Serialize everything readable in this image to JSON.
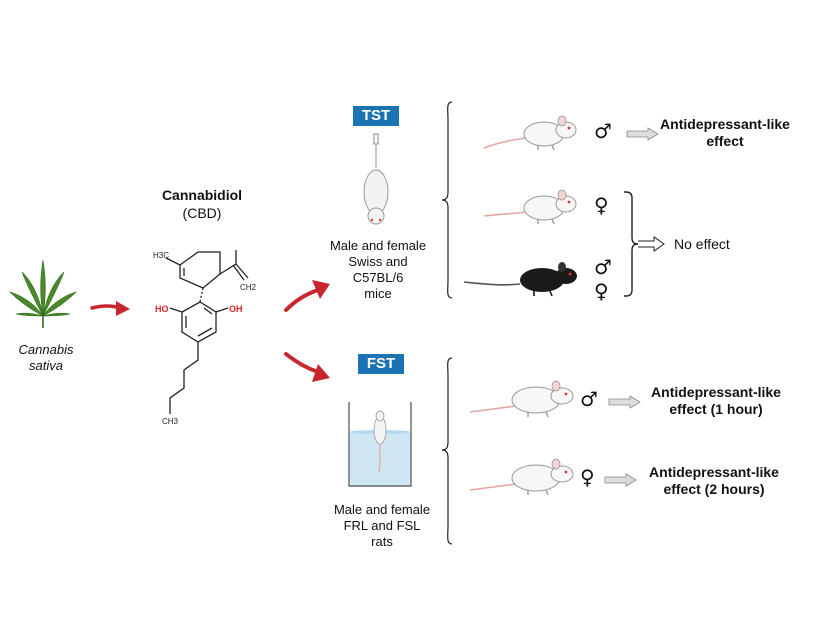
{
  "plant": {
    "name_line1": "Cannabis",
    "name_line2": "sativa"
  },
  "compound": {
    "name": "Cannabidiol",
    "abbrev": "(CBD)",
    "atom_labels": {
      "methyl_left": "H3C",
      "ch2": "CH2",
      "oh_left": "HO",
      "oh_right": "OH",
      "ch3_bottom": "CH3"
    }
  },
  "tests": {
    "tst": {
      "badge": "TST",
      "subjects": [
        "Male and female",
        "Swiss and",
        "C57BL/6",
        "mice"
      ],
      "groups": [
        {
          "sex": "♂",
          "result_line1": "Antidepressant-like",
          "result_line2": "effect"
        },
        {
          "sex": "♀"
        },
        {
          "sex": "♂",
          "sex2": "♀"
        }
      ],
      "bracket_result": "No effect"
    },
    "fst": {
      "badge": "FST",
      "subjects": [
        "Male and female",
        "FRL and FSL",
        "rats"
      ],
      "groups": [
        {
          "sex": "♂",
          "result_line1": "Antidepressant-like",
          "result_line2": "effect (1 hour)"
        },
        {
          "sex": "♀",
          "result_line1": "Antidepressant-like",
          "result_line2": "effect (2 hours)"
        }
      ]
    }
  },
  "colors": {
    "badge": "#1b73b4",
    "red_arrow": "#c8252c",
    "leaf": "#4a8a2a",
    "black_mouse": "#1a1a1a",
    "water": "#cfe6f3"
  }
}
